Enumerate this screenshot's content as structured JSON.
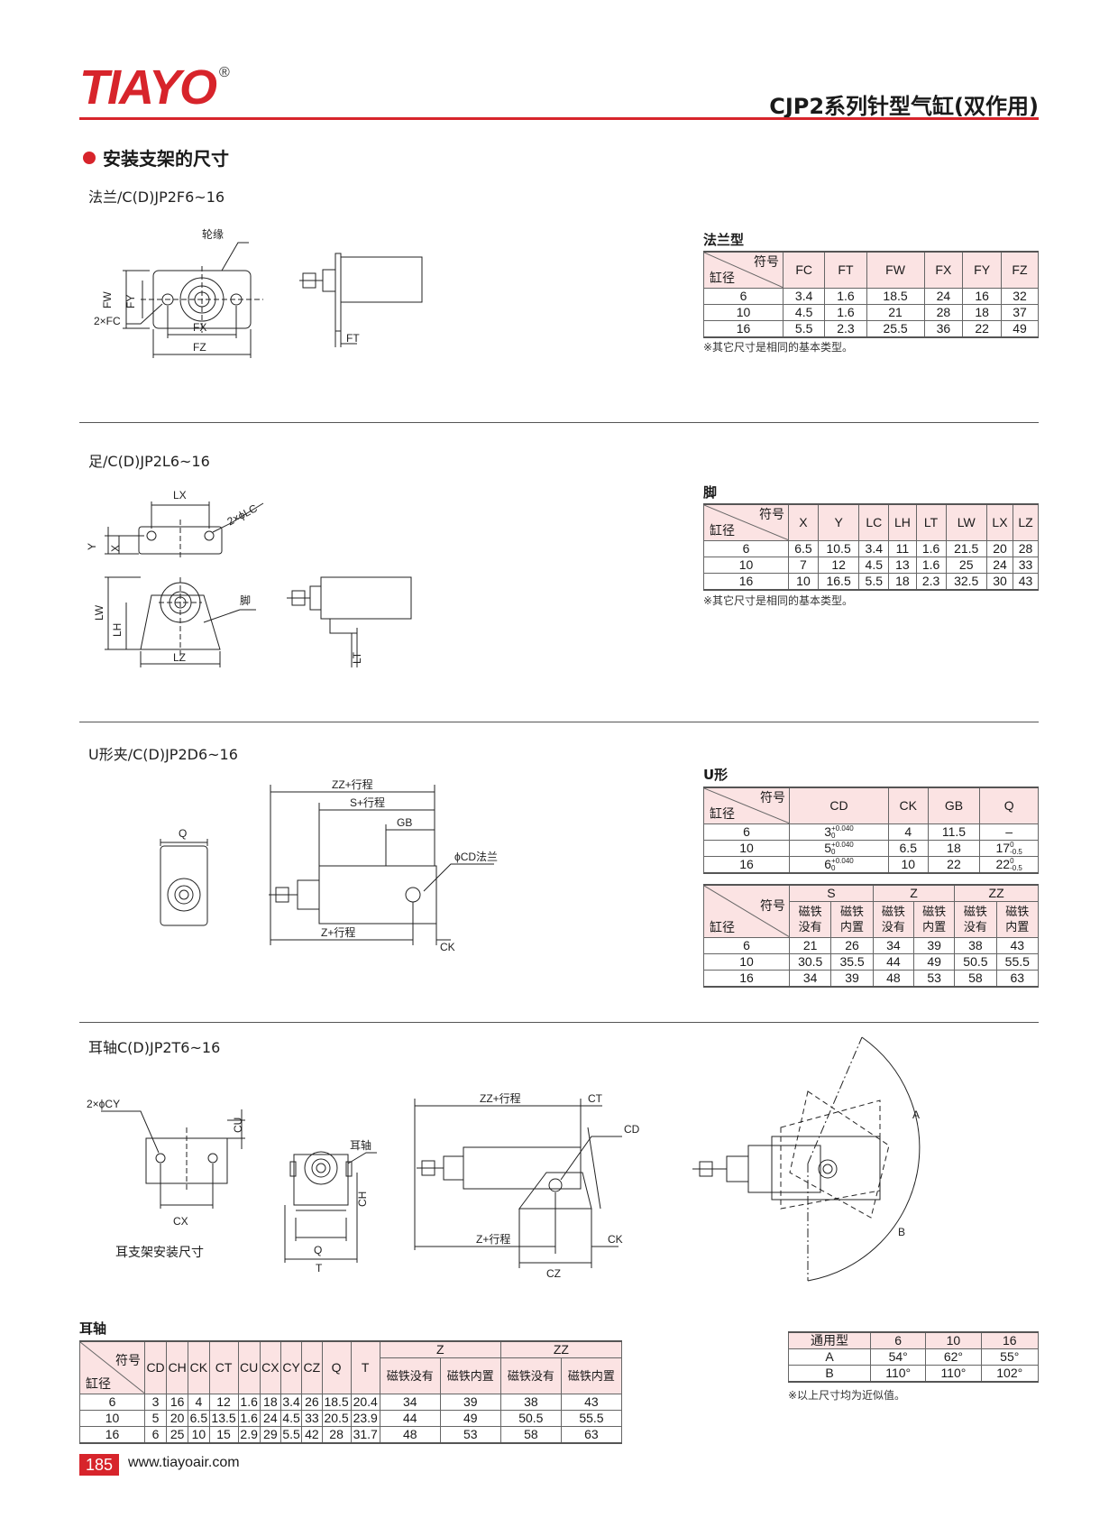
{
  "header": {
    "logo_text": "TIAYO",
    "logo_mark": "®",
    "title": "CJP2系列针型气缸(双作用)"
  },
  "section_heading": "安装支架的尺寸",
  "flange": {
    "subheading": "法兰/C(D)JP2F6~16",
    "drawing_labels": [
      "轮缘",
      "FW",
      "FY",
      "2×FC",
      "FX",
      "FZ",
      "FT"
    ],
    "table_title": "法兰型",
    "corner_top": "符号",
    "corner_bottom": "缸径",
    "columns": [
      "FC",
      "FT",
      "FW",
      "FX",
      "FY",
      "FZ"
    ],
    "rows": [
      [
        "6",
        "3.4",
        "1.6",
        "18.5",
        "24",
        "16",
        "32"
      ],
      [
        "10",
        "4.5",
        "1.6",
        "21",
        "28",
        "18",
        "37"
      ],
      [
        "16",
        "5.5",
        "2.3",
        "25.5",
        "36",
        "22",
        "49"
      ]
    ],
    "note": "※其它尺寸是相同的基本类型。"
  },
  "foot": {
    "subheading": "足/C(D)JP2L6~16",
    "drawing_labels": [
      "LX",
      "2×ϕLC",
      "Y",
      "X",
      "LW",
      "LH",
      "脚",
      "LZ",
      "LT"
    ],
    "table_title": "脚",
    "corner_top": "符号",
    "corner_bottom": "缸径",
    "columns": [
      "X",
      "Y",
      "LC",
      "LH",
      "LT",
      "LW",
      "LX",
      "LZ"
    ],
    "rows": [
      [
        "6",
        "6.5",
        "10.5",
        "3.4",
        "11",
        "1.6",
        "21.5",
        "20",
        "28"
      ],
      [
        "10",
        "7",
        "12",
        "4.5",
        "13",
        "1.6",
        "25",
        "24",
        "33"
      ],
      [
        "16",
        "10",
        "16.5",
        "5.5",
        "18",
        "2.3",
        "32.5",
        "30",
        "43"
      ]
    ],
    "note": "※其它尺寸是相同的基本类型。"
  },
  "clevis": {
    "subheading": "U形夹/C(D)JP2D6~16",
    "drawing_labels": [
      "ZZ+行程",
      "S+行程",
      "GB",
      "Q",
      "ϕCD法兰",
      "Z+行程",
      "CK"
    ],
    "table_title": "U形",
    "corner_top": "符号",
    "corner_bottom": "缸径",
    "columns": [
      "CD",
      "CK",
      "GB",
      "Q"
    ],
    "rows": [
      {
        "bore": "6",
        "cd": "3",
        "cd_up": "+0.040",
        "cd_low": "0",
        "ck": "4",
        "gb": "11.5",
        "q": "–",
        "q_up": "",
        "q_low": ""
      },
      {
        "bore": "10",
        "cd": "5",
        "cd_up": "+0.040",
        "cd_low": "0",
        "ck": "6.5",
        "gb": "18",
        "q": "17",
        "q_up": "0",
        "q_low": "-0.5"
      },
      {
        "bore": "16",
        "cd": "6",
        "cd_up": "+0.040",
        "cd_low": "0",
        "ck": "10",
        "gb": "22",
        "q": "22",
        "q_up": "0",
        "q_low": "-0.5"
      }
    ],
    "table2": {
      "corner_top": "符号",
      "corner_bottom": "缸径",
      "groups": [
        "S",
        "Z",
        "ZZ"
      ],
      "sub_a": "磁铁没有",
      "sub_b": "磁铁内置",
      "rows": [
        [
          "6",
          "21",
          "26",
          "34",
          "39",
          "38",
          "43"
        ],
        [
          "10",
          "30.5",
          "35.5",
          "44",
          "49",
          "50.5",
          "55.5"
        ],
        [
          "16",
          "34",
          "39",
          "48",
          "53",
          "58",
          "63"
        ]
      ]
    }
  },
  "trunnion": {
    "subheading": "耳轴C(D)JP2T6~16",
    "drawing_labels": [
      "2×ϕCY",
      "CU",
      "CX",
      "耳轴",
      "CH",
      "Q",
      "T",
      "ZZ+行程",
      "CT",
      "CD",
      "Z+行程",
      "CK",
      "CZ",
      "A",
      "B"
    ],
    "bracket_caption": "耳支架安装尺寸",
    "table_title": "耳轴",
    "corner_top": "符号",
    "corner_bottom": "缸径",
    "columns": [
      "CD",
      "CH",
      "CK",
      "CT",
      "CU",
      "CX",
      "CY",
      "CZ",
      "Q",
      "T"
    ],
    "groups": [
      "Z",
      "ZZ"
    ],
    "sub_a": "磁铁没有",
    "sub_b": "磁铁内置",
    "rows": [
      [
        "6",
        "3",
        "16",
        "4",
        "12",
        "1.6",
        "18",
        "3.4",
        "26",
        "18.5",
        "20.4",
        "34",
        "39",
        "38",
        "43"
      ],
      [
        "10",
        "5",
        "20",
        "6.5",
        "13.5",
        "1.6",
        "24",
        "4.5",
        "33",
        "20.5",
        "23.9",
        "44",
        "49",
        "50.5",
        "55.5"
      ],
      [
        "16",
        "6",
        "25",
        "10",
        "15",
        "2.9",
        "29",
        "5.5",
        "42",
        "28",
        "31.7",
        "48",
        "53",
        "58",
        "63"
      ]
    ],
    "angle_table": {
      "header": [
        "通用型",
        "6",
        "10",
        "16"
      ],
      "rows": [
        [
          "A",
          "54°",
          "62°",
          "55°"
        ],
        [
          "B",
          "110°",
          "110°",
          "102°"
        ]
      ],
      "note": "※以上尺寸均为近似值。"
    }
  },
  "footer": {
    "page_number": "185",
    "url": "www.tiayoair.com"
  },
  "colors": {
    "brand_red": "#d7242b",
    "table_header_pink": "#fbe3e3"
  }
}
